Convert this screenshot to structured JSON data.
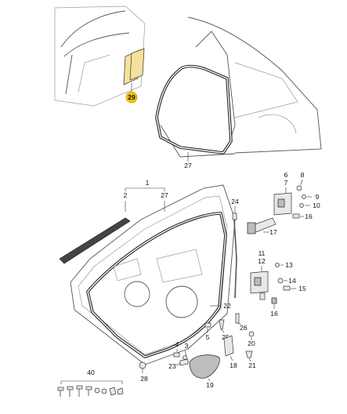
{
  "callouts": {
    "c1": "1",
    "c2": "2",
    "c27a": "27",
    "c27b": "27",
    "c3": "3",
    "c4": "4",
    "c5": "5",
    "c6": "6",
    "c7": "7",
    "c8": "8",
    "c9": "9",
    "c10": "10",
    "c11": "11",
    "c12": "12",
    "c13": "13",
    "c14": "14",
    "c15": "15",
    "c16a": "16",
    "c16b": "16",
    "c17": "17",
    "c18": "18",
    "c19": "19",
    "c20": "20",
    "c21": "21",
    "c22": "22",
    "c23": "23",
    "c24": "24",
    "c25": "25",
    "c26": "26",
    "c28": "28",
    "c29": "29",
    "c40": "40"
  },
  "highlight_color": "#f2c200"
}
